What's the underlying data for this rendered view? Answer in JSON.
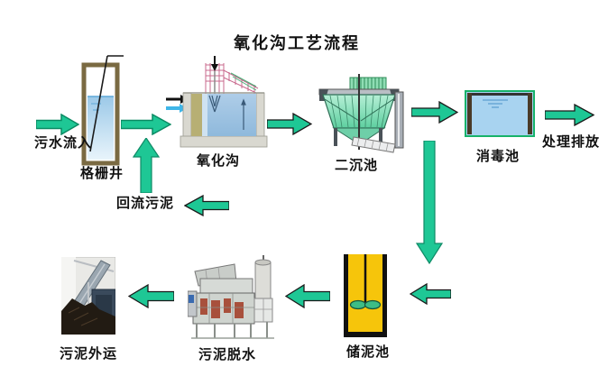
{
  "title": "氧化沟工艺流程",
  "labels": {
    "inflow": "污水流入",
    "grid_well": "格栅井",
    "oxidation_ditch": "氧化沟",
    "secondary_clarifier": "二沉池",
    "disinfection_tank": "消毒池",
    "discharge": "处理排放",
    "return_sludge": "回流污泥",
    "sludge_storage_tank": "储泥池",
    "sludge_dewatering": "污泥脱水",
    "sludge_hauling": "污泥外运"
  },
  "flow_sequence": [
    "污水流入",
    "格栅井",
    "氧化沟",
    "二沉池",
    "消毒池",
    "处理排放"
  ],
  "sludge_sequence": [
    "二沉池",
    "储泥池",
    "污泥脱水",
    "污泥外运"
  ],
  "recycle_path": [
    "二沉池",
    "回流污泥",
    "氧化沟"
  ],
  "colors": {
    "background": "#FFFFFF",
    "arrow_green": "#1EC795",
    "arrow_outline_dark": "#1A1A1A",
    "arrow_outline_teal": "#0A8A63",
    "inlet_cyan": "#3FB6E8",
    "water_blue": "#A8D3F0",
    "grid_well_border_brown": "#7A6A42",
    "sludge_tank_yellow": "#F6C50B",
    "clarifier_teal": "#7FDCB4",
    "disinfection_border_green": "#17B26A",
    "label_text": "#111111"
  }
}
